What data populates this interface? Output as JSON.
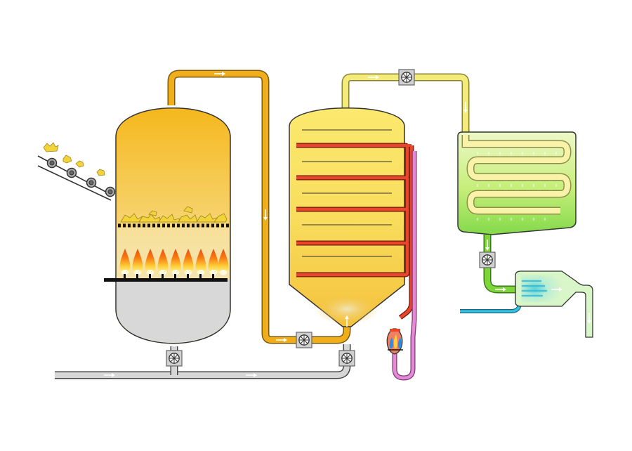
{
  "diagram": {
    "labels": [],
    "components": [
      {
        "id": "feed-conveyor",
        "kind": "conveyor"
      },
      {
        "id": "gasifier-vessel",
        "kind": "vessel",
        "sections": [
          "gas-space",
          "fuel-bed",
          "flames",
          "ash-chamber"
        ]
      },
      {
        "id": "gas-pipe-1",
        "kind": "pipe",
        "color": "#f0ad1c"
      },
      {
        "id": "fan-1",
        "kind": "fan"
      },
      {
        "id": "fan-2",
        "kind": "fan"
      },
      {
        "id": "reactor-vessel",
        "kind": "vessel",
        "internals": "heating-coils"
      },
      {
        "id": "heater-burner",
        "kind": "burner"
      },
      {
        "id": "gas-pipe-2",
        "kind": "pipe",
        "color": "#f3ec7a"
      },
      {
        "id": "fan-3",
        "kind": "fan"
      },
      {
        "id": "condenser-tank",
        "kind": "tank",
        "internals": "serpentine-coil"
      },
      {
        "id": "fan-4",
        "kind": "fan"
      },
      {
        "id": "mixer-chamber",
        "kind": "chamber"
      },
      {
        "id": "bottom-air-line",
        "kind": "pipe",
        "color": "#d3d3d3"
      },
      {
        "id": "cooling-line",
        "kind": "pipe",
        "color": "#33bfe0"
      }
    ],
    "colors": {
      "gas_orange": "#f0ad1c",
      "gas_yellow": "#f3ec7a",
      "air_grey": "#d3d3d3",
      "condensate_green": "#7fd63a",
      "cooling_cyan": "#33bfe0",
      "heater_red": "#e8452a",
      "heater_pink": "#e58ad8",
      "outline": "#333333"
    },
    "icons": [
      "fan-icon",
      "flow-arrow-icon",
      "flame-icon",
      "conveyor-roller-icon"
    ]
  }
}
